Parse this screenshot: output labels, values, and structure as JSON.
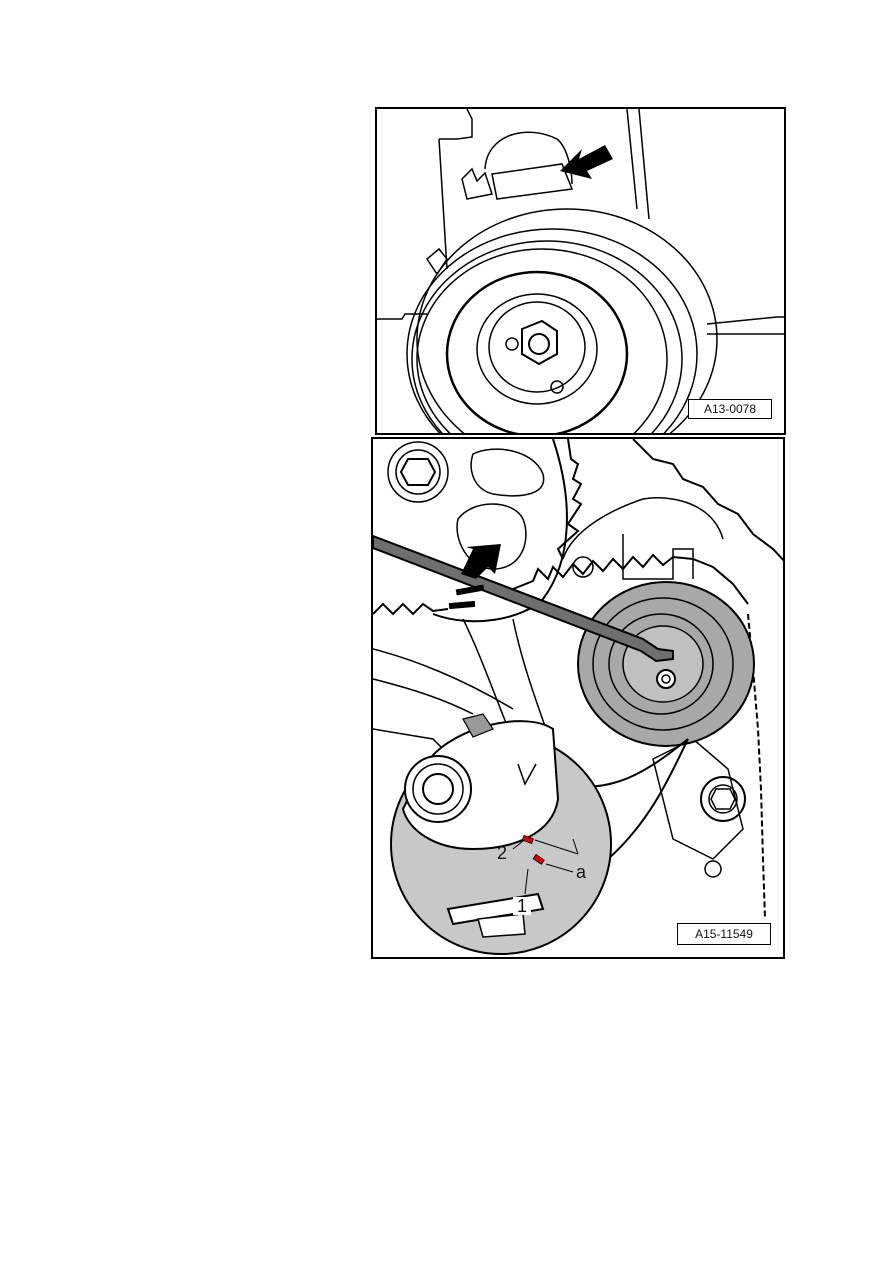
{
  "figures": [
    {
      "id_label": "A13-0078",
      "description": "Air-conditioning compressor pulley with arrow pointing at the upper clamp",
      "arrow_color": "#000000"
    },
    {
      "id_label": "A15-11549",
      "description": "Toothed belt tensioner being turned with hex key (direction arrow); magnified inset showing marks",
      "callouts": {
        "mark_1": "1",
        "mark_2": "2",
        "dimension_a": "a"
      },
      "mark_color": "#e00000",
      "inset_fill": "#c8c8c8",
      "roller_fill": "#a8a8a8"
    }
  ]
}
